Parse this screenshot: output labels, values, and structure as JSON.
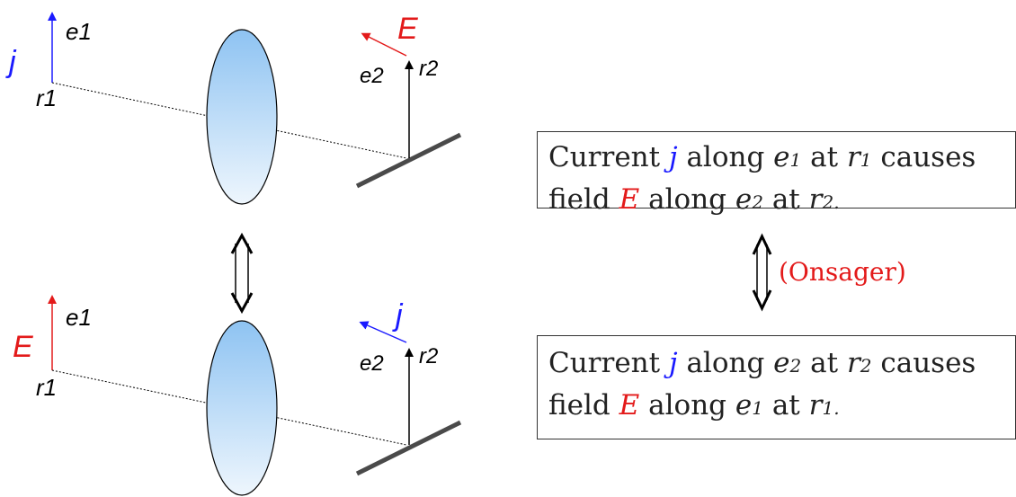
{
  "top_scene": {
    "source_vector_label": "j",
    "source_basis": "e1",
    "source_point": "r1",
    "field_vector_label": "E",
    "field_basis": "e2",
    "field_point": "r2"
  },
  "bottom_scene": {
    "source_vector_label": "E",
    "source_basis": "e1",
    "source_point": "r1",
    "field_vector_label": "j",
    "field_basis": "e2",
    "field_point": "r2"
  },
  "statement_top": {
    "current_word": "Current",
    "j": "j",
    "along": "along",
    "e": "e",
    "e_sub": "1",
    "at": "at",
    "r": "r",
    "r_sub": "1",
    "causes": "causes",
    "field_word": "field",
    "E": "E",
    "along2": "along",
    "e2": "e",
    "e2_sub": "2",
    "at2": "at",
    "r2": "r",
    "r2_sub": "2."
  },
  "statement_bottom": {
    "current_word": "Current",
    "j": "j",
    "along": "along",
    "e": "e",
    "e_sub": "2",
    "at": "at",
    "r": "r",
    "r_sub": "2",
    "causes": "causes",
    "field_word": "field",
    "E": "E",
    "along2": "along",
    "e2": "e",
    "e2_sub": "1",
    "at2": "at",
    "r2": "r",
    "r2_sub": "1."
  },
  "reciprocity_label": "(Onsager)",
  "colors": {
    "current": "#1a1aff",
    "field": "#e31a1a",
    "lens_top": "#8ec3f2",
    "lens_bottom": "#eef6fd",
    "mirror": "#4a4a4a"
  }
}
